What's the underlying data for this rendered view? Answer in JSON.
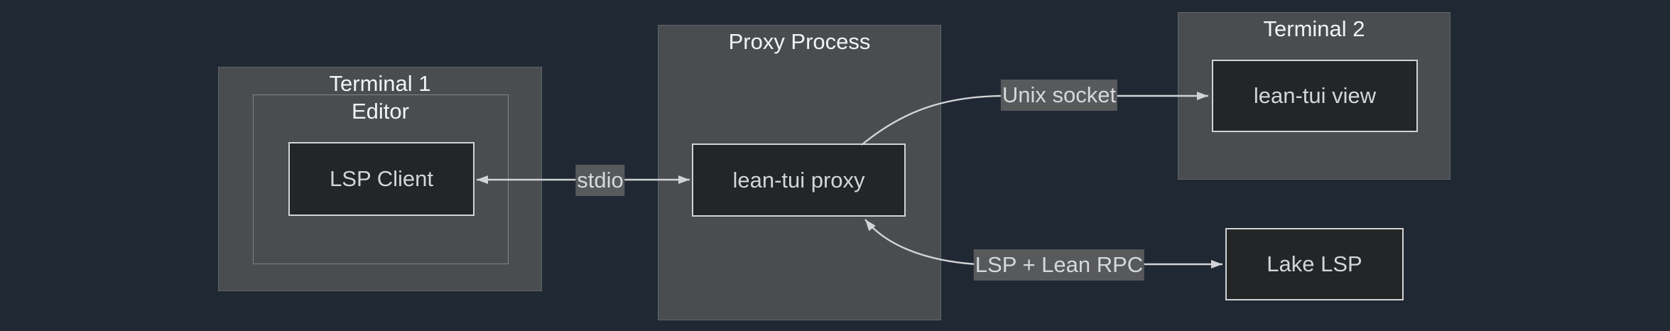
{
  "diagram": {
    "containers": [
      {
        "id": "terminal-1",
        "title": "Terminal 1"
      },
      {
        "id": "editor",
        "title": "Editor"
      },
      {
        "id": "proxy-process",
        "title": "Proxy Process"
      },
      {
        "id": "terminal-2",
        "title": "Terminal 2"
      }
    ],
    "nodes": [
      {
        "id": "lsp-client",
        "label": "LSP Client",
        "container": "editor"
      },
      {
        "id": "lean-tui-proxy",
        "label": "lean-tui proxy",
        "container": "proxy-process"
      },
      {
        "id": "lean-tui-view",
        "label": "lean-tui view",
        "container": "terminal-2"
      },
      {
        "id": "lake-lsp",
        "label": "Lake LSP",
        "container": null
      }
    ],
    "edges": [
      {
        "label": "stdio",
        "from": "lean-tui-proxy",
        "to": "lsp-client",
        "bidirectional": true,
        "style": "straight"
      },
      {
        "label": "Unix socket",
        "from": "lean-tui-proxy",
        "to": "lean-tui-view",
        "bidirectional": false,
        "style": "curved"
      },
      {
        "label": "LSP + Lean RPC",
        "from": "lake-lsp",
        "to": "lean-tui-proxy",
        "bidirectional": true,
        "style": "curved"
      }
    ]
  },
  "colors": {
    "background": "#202834",
    "container_fill": "#4a4d4f",
    "container_border": "#5f6468",
    "editor_border": "#808487",
    "node_fill": "#232526",
    "node_border": "#d2d3d4",
    "node_text": "#d4d5d6",
    "title_text": "#f2f3f3",
    "edge_line": "#d2d3d4",
    "edge_label_bg": "#58595b",
    "edge_label_text": "#d7d8d9"
  }
}
